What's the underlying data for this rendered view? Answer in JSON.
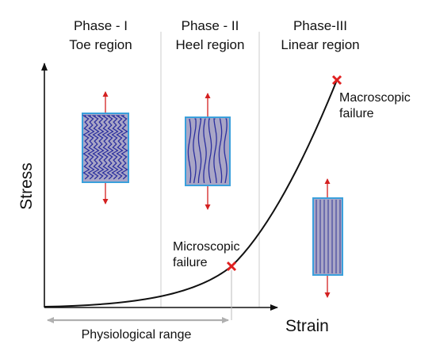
{
  "phases": [
    {
      "title": "Phase - I",
      "subtitle": "Toe region"
    },
    {
      "title": "Phase - II",
      "subtitle": "Heel region"
    },
    {
      "title": "Phase-III",
      "subtitle": "Linear region"
    }
  ],
  "axes": {
    "y_label": "Stress",
    "x_label": "Strain"
  },
  "annotations": {
    "macro_line1": "Macroscopic",
    "macro_line2": "failure",
    "micro_line1": "Microscopic",
    "micro_line2": "failure"
  },
  "range_label": "Physiological range",
  "colors": {
    "box_border": "#3aa0dc",
    "box_fill": "#a9a6c6",
    "fiber": "#2b2f9e",
    "arrow": "#d42020",
    "marker": "#e02020",
    "curve": "#111111",
    "divider": "#cccccc",
    "range_arrow": "#b0b0b0"
  }
}
